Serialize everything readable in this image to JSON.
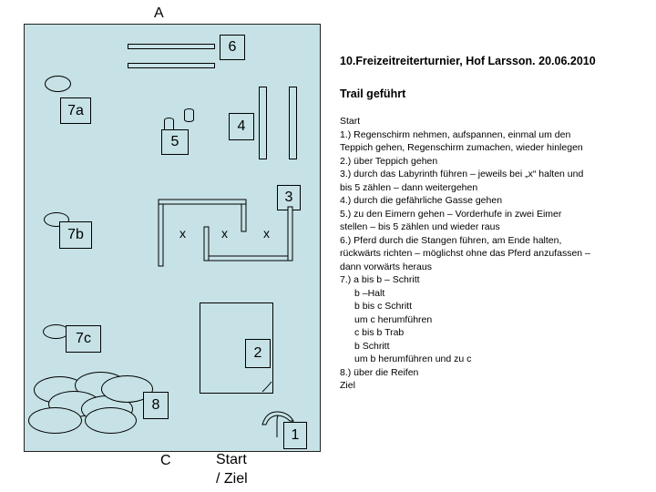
{
  "arena": {
    "marker_top": "A",
    "marker_bottom": "C",
    "start_finish": [
      "Start",
      "/ Ziel"
    ],
    "stations": {
      "s1": "1",
      "s2": "2",
      "s3": "3",
      "s4": "4",
      "s5": "5",
      "s6": "6",
      "s7a": "7a",
      "s7b": "7b",
      "s7c": "7c",
      "s8": "8"
    },
    "labyrinth_marks": [
      "x",
      "x",
      "x"
    ]
  },
  "info": {
    "title": "10.Freizeitreiterturnier, Hof Larsson. 20.06.2010",
    "subtitle": "Trail geführt",
    "steps": [
      "Start",
      "1.) Regenschirm nehmen, aufspannen, einmal um den",
      "Teppich  gehen, Regenschirm zumachen, wieder hinlegen",
      "2.) über Teppich gehen",
      "3.) durch das Labyrinth führen – jeweils bei „x“ halten und",
      "bis 5 zählen – dann weitergehen",
      "4.) durch die gefährliche Gasse gehen",
      "5.) zu den Eimern gehen – Vorderhufe in zwei Eimer",
      "stellen – bis 5 zählen und wieder raus",
      "6.) Pferd durch die Stangen führen, am Ende halten,",
      "rückwärts richten – möglichst ohne das Pferd anzufassen –",
      "dann vorwärts heraus",
      "7.) a bis b – Schritt",
      "b –Halt",
      "b bis c Schritt",
      "um c herumführen",
      "c bis b Trab",
      "b Schritt",
      "um b herumführen und zu c",
      "8.) über die Reifen",
      "Ziel"
    ]
  }
}
